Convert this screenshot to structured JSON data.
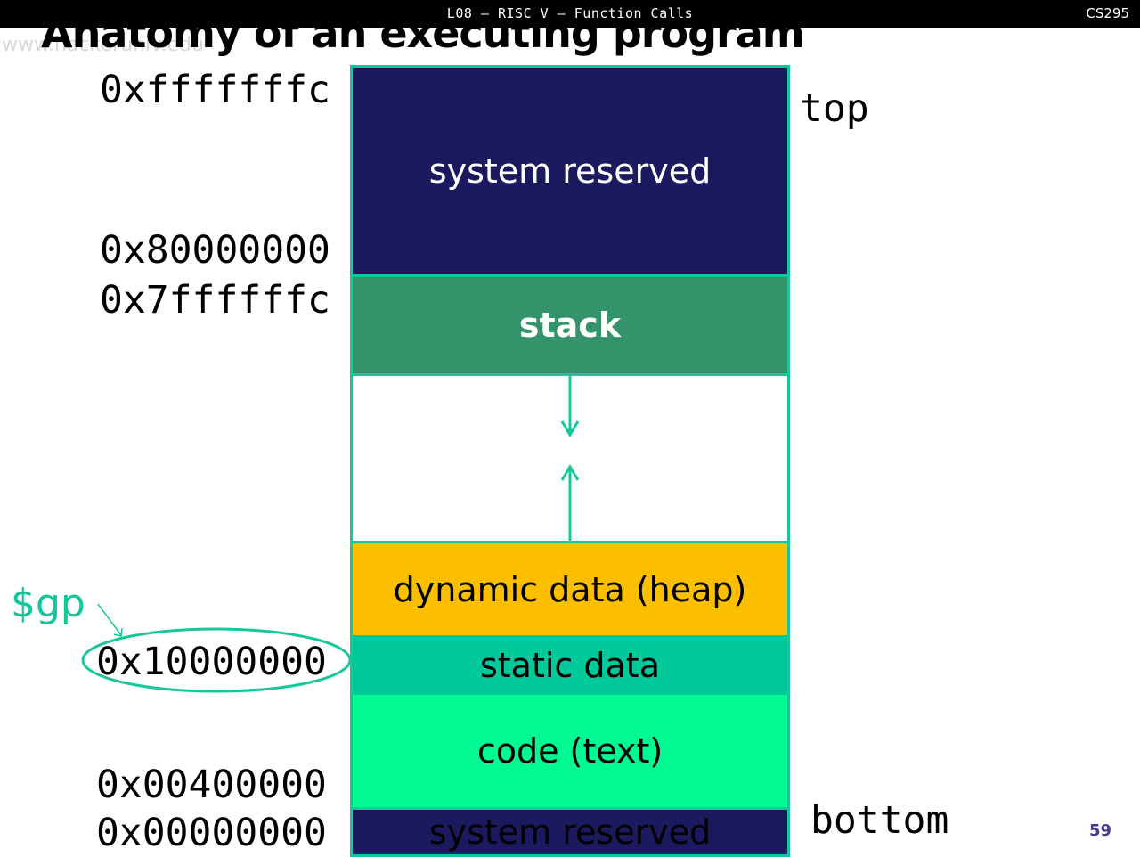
{
  "header": {
    "lecture": "L08 – RISC V – Function Calls",
    "course": "CS295"
  },
  "title": "Anatomy of an executing program",
  "watermark": "www.hackeruniv.edu",
  "addresses": {
    "a1": "0xfffffffc",
    "a2": "0x80000000",
    "a3": "0x7ffffffc",
    "a4": "0x10000000",
    "a5": "0x00400000",
    "a6": "0x00000000"
  },
  "labels": {
    "top": "top",
    "bottom": "bottom",
    "gp": "$gp"
  },
  "segments": {
    "system_reserved_top": "system reserved",
    "stack": "stack",
    "heap": "dynamic data (heap)",
    "static": "static data",
    "code": "code (text)",
    "system_reserved_bottom": "system reserved"
  },
  "colors": {
    "navy": "#1c1a5e",
    "stack_green": "#33936b",
    "heap_yellow": "#fcbf00",
    "static_teal": "#00c99a",
    "code_green": "#00f991",
    "accent": "#17c79a"
  },
  "page_number": "59"
}
